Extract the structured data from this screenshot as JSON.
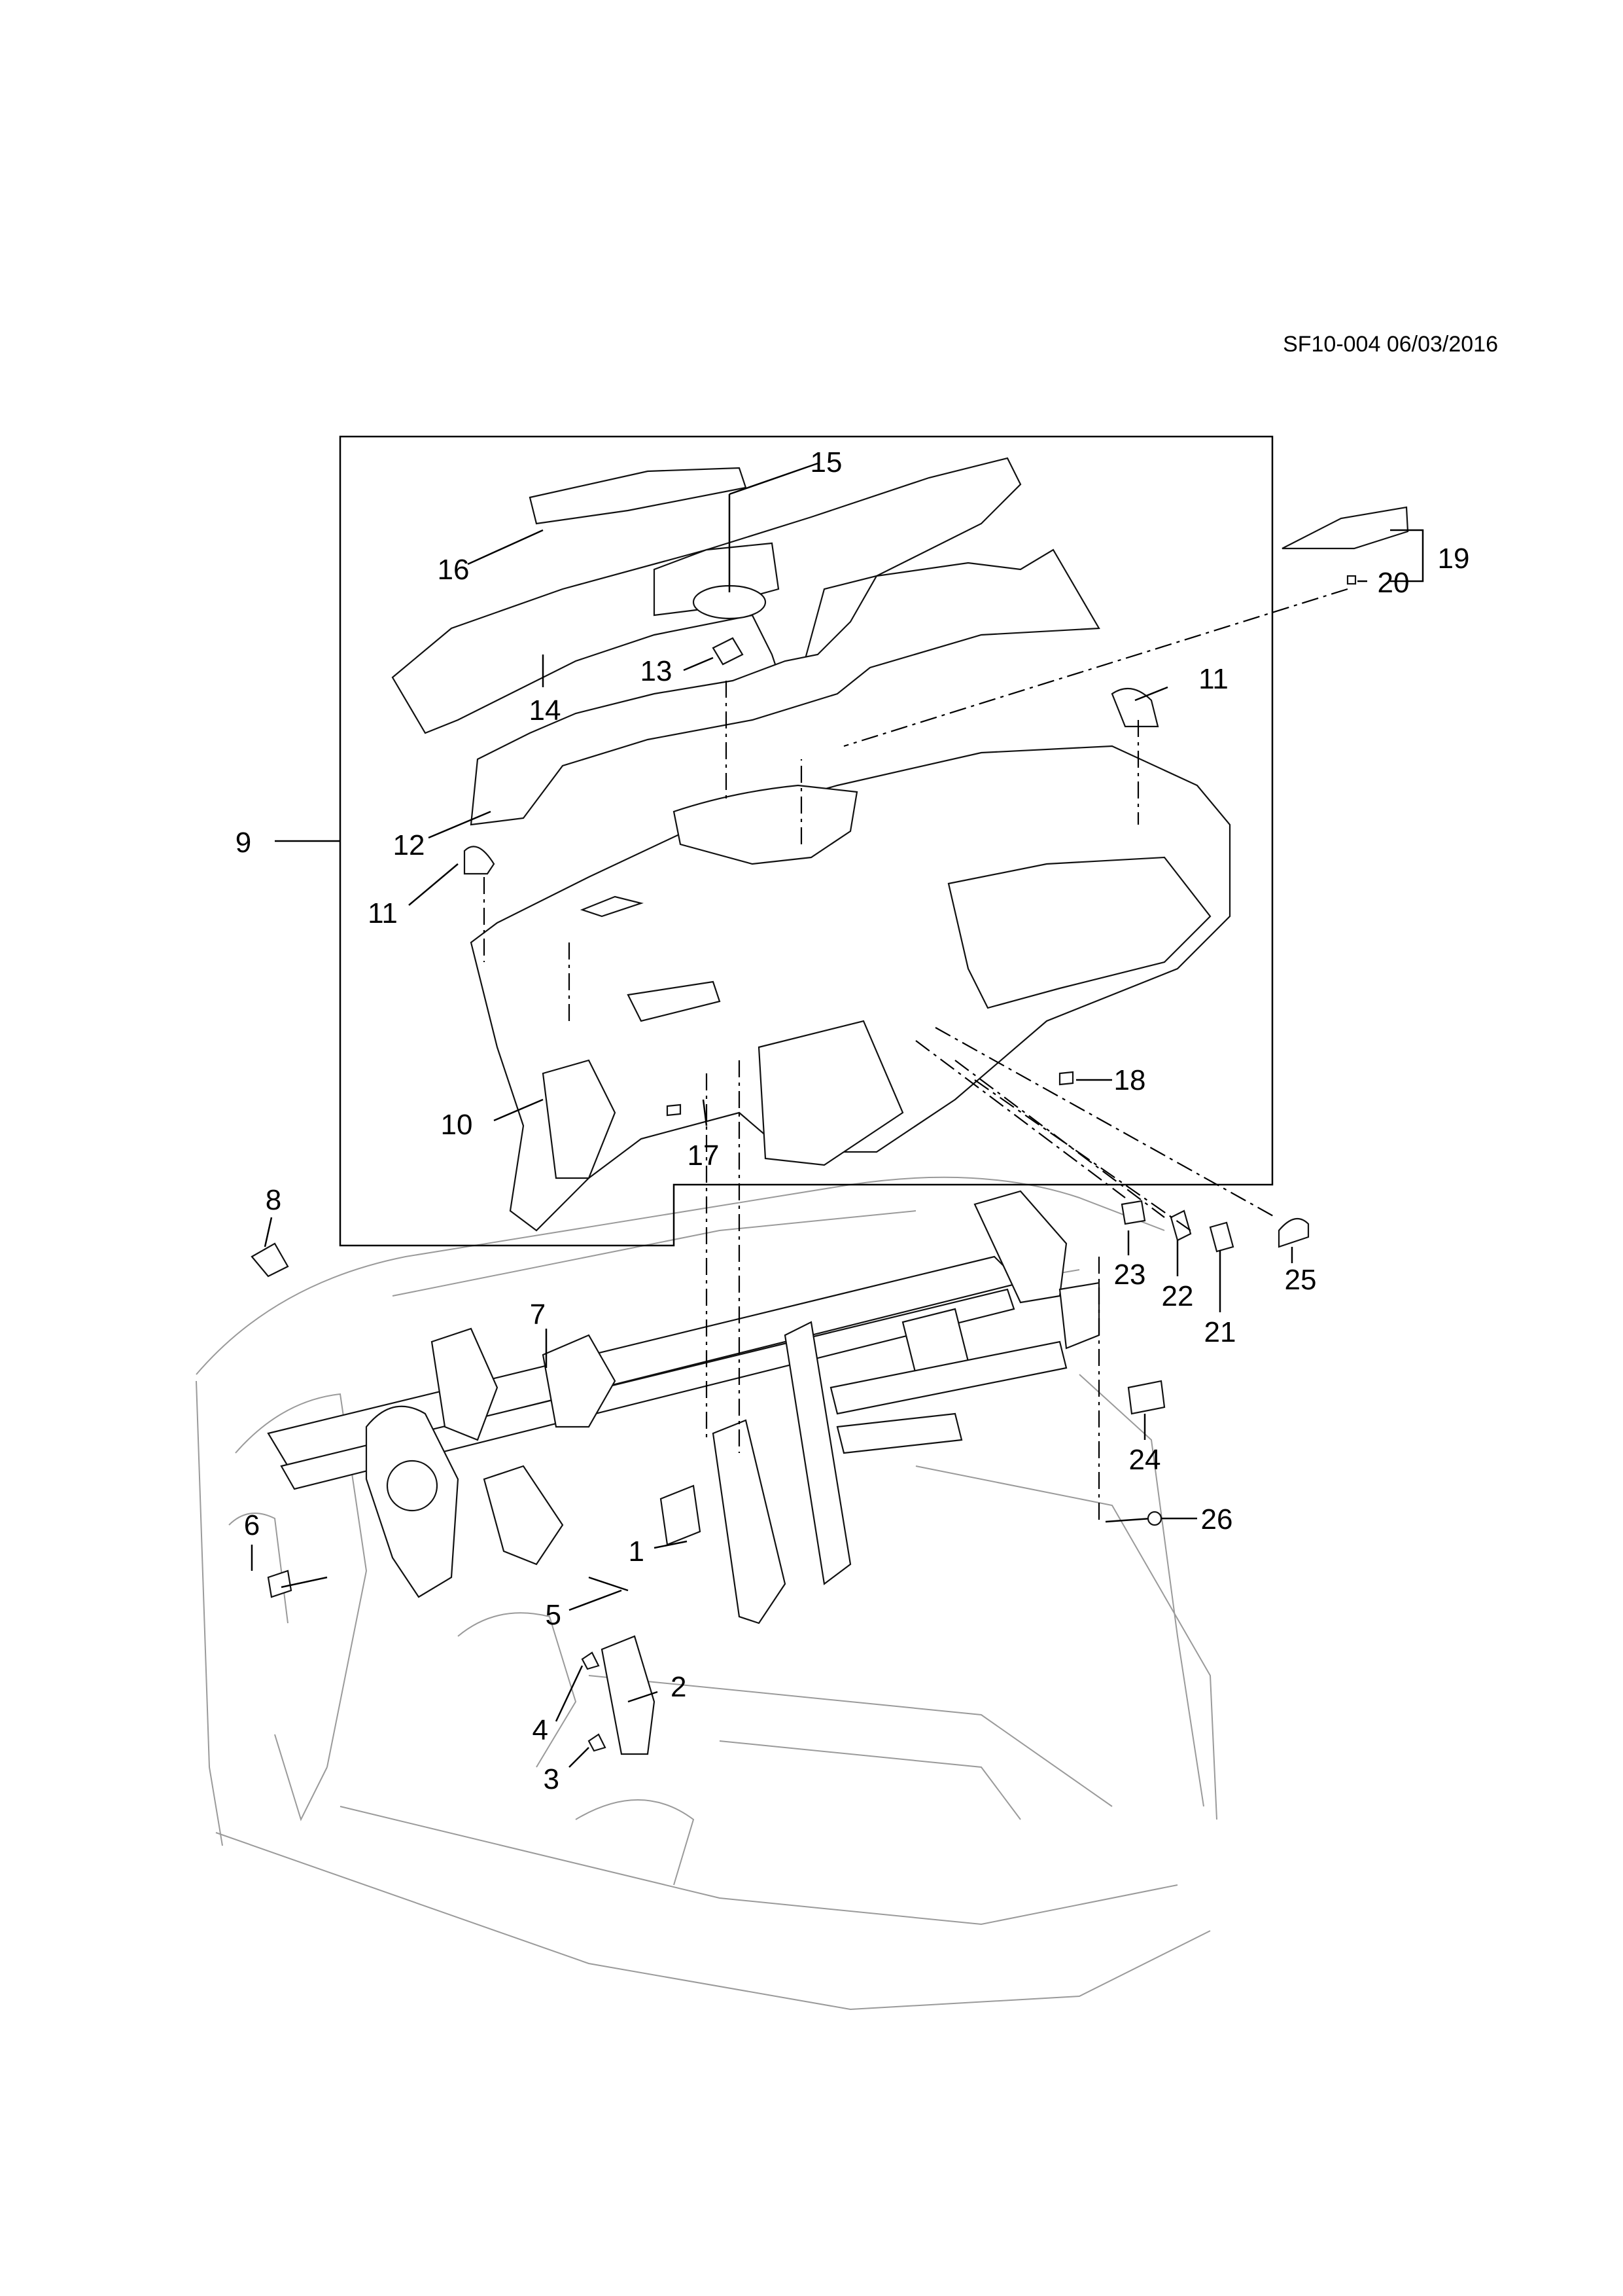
{
  "header": {
    "reference": "SF10-004 06/03/2016"
  },
  "callouts": [
    "1",
    "2",
    "3",
    "4",
    "5",
    "6",
    "7",
    "8",
    "9",
    "10",
    "11",
    "11",
    "12",
    "13",
    "14",
    "15",
    "16",
    "17",
    "18",
    "19",
    "20",
    "21",
    "22",
    "23",
    "24",
    "25",
    "26"
  ]
}
